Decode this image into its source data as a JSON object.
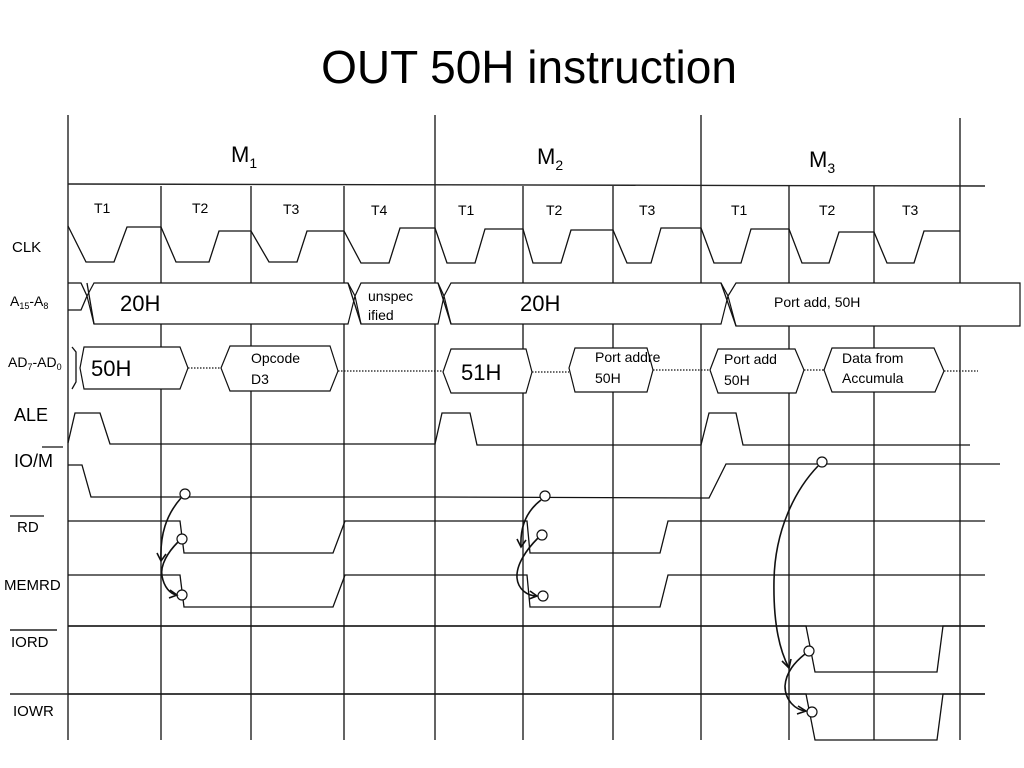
{
  "title": "OUT 50H instruction",
  "machine_cycles": [
    {
      "name": "M",
      "sub": "1"
    },
    {
      "name": "M",
      "sub": "2"
    },
    {
      "name": "M",
      "sub": "3"
    }
  ],
  "t_states": [
    "T1",
    "T2",
    "T3",
    "T4",
    "T1",
    "T2",
    "T3",
    "T1",
    "T2",
    "T3"
  ],
  "signals": {
    "clk": "CLK",
    "addr_high": {
      "main": "A",
      "sub1": "15",
      "sep": "-A",
      "sub2": "8"
    },
    "addr_data": {
      "main": "AD",
      "sub1": "7",
      "sep": "-AD",
      "sub2": "0"
    },
    "ale": "ALE",
    "io_m": {
      "io": "IO/",
      "m": "M"
    },
    "rd": "RD",
    "memrd": "MEMRD",
    "iord": "IORD",
    "iowr": "IOWR"
  },
  "bus_values": {
    "addr_high": [
      "20H",
      "unspec",
      "ified",
      "20H",
      "Port add, 50H"
    ],
    "addr_data": [
      "50H",
      "Opcode",
      "D3",
      "51H",
      "Port addre",
      "50H",
      "Port add",
      "50H",
      "Data from",
      "Accumula"
    ]
  }
}
